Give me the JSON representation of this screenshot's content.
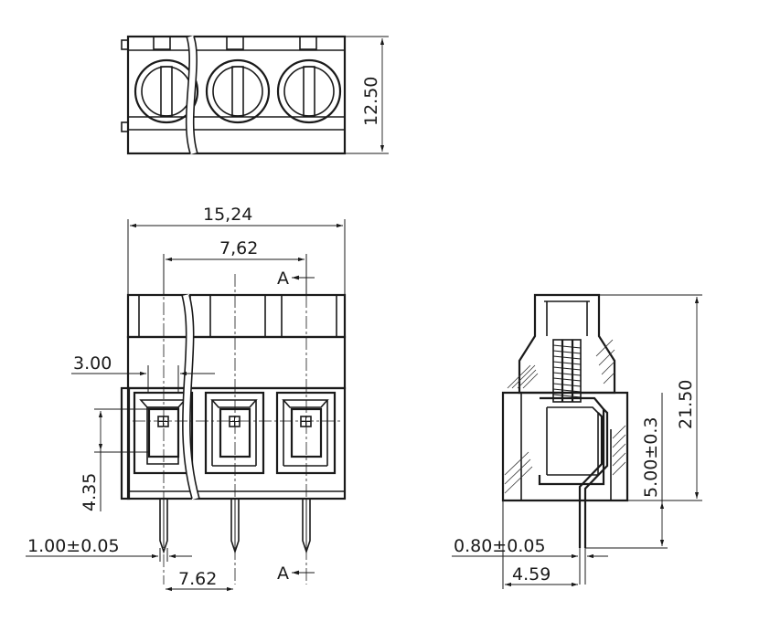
{
  "dimensions": {
    "top_height": "12.50",
    "total_width": "15,24",
    "pitch_top": "7,62",
    "pitch_bottom": "7.62",
    "slot_width": "3.00",
    "window_height": "4.35",
    "pin_width": "1.00±0.05",
    "side_pin_width": "0.80±0.05",
    "side_pin_offset": "4.59",
    "side_total_height": "21.50",
    "side_pin_height": "5.00±0.3"
  },
  "section_marks": {
    "top": "A",
    "bottom": "A"
  }
}
